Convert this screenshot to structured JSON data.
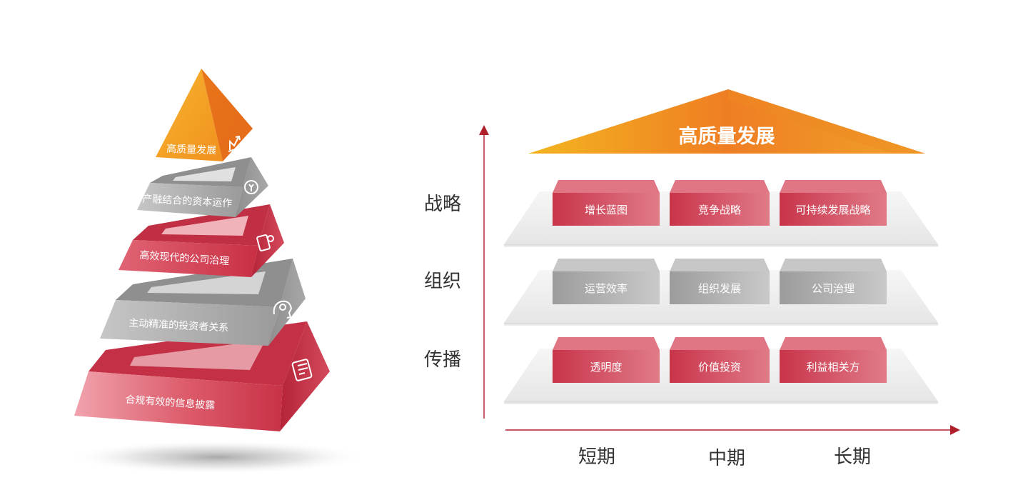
{
  "pyramid": {
    "levels": [
      {
        "label": "高质量发展",
        "icon": "growth-chart-icon"
      },
      {
        "label": "产融结合的资本运作",
        "icon": "capital-cycle-icon"
      },
      {
        "label": "高效现代的公司治理",
        "icon": "phone-touch-icon"
      },
      {
        "label": "主动精准的投资者关系",
        "icon": "head-gear-icon"
      },
      {
        "label": "合规有效的信息披露",
        "icon": "document-card-icon"
      }
    ]
  },
  "matrix": {
    "roof_label": "高质量发展",
    "rows": [
      {
        "label": "战略",
        "tone": "red",
        "boxes": [
          "增长蓝图",
          "竞争战略",
          "可持续发展战略"
        ]
      },
      {
        "label": "组织",
        "tone": "gray",
        "boxes": [
          "运营效率",
          "组织发展",
          "公司治理"
        ]
      },
      {
        "label": "传播",
        "tone": "red",
        "boxes": [
          "透明度",
          "价值投资",
          "利益相关方"
        ]
      }
    ],
    "columns": [
      "短期",
      "中期",
      "长期"
    ]
  },
  "colors": {
    "orange": "#f08a1c",
    "red": "#d43b4e",
    "gray": "#9e9e9e",
    "axis": "#b0202a"
  }
}
